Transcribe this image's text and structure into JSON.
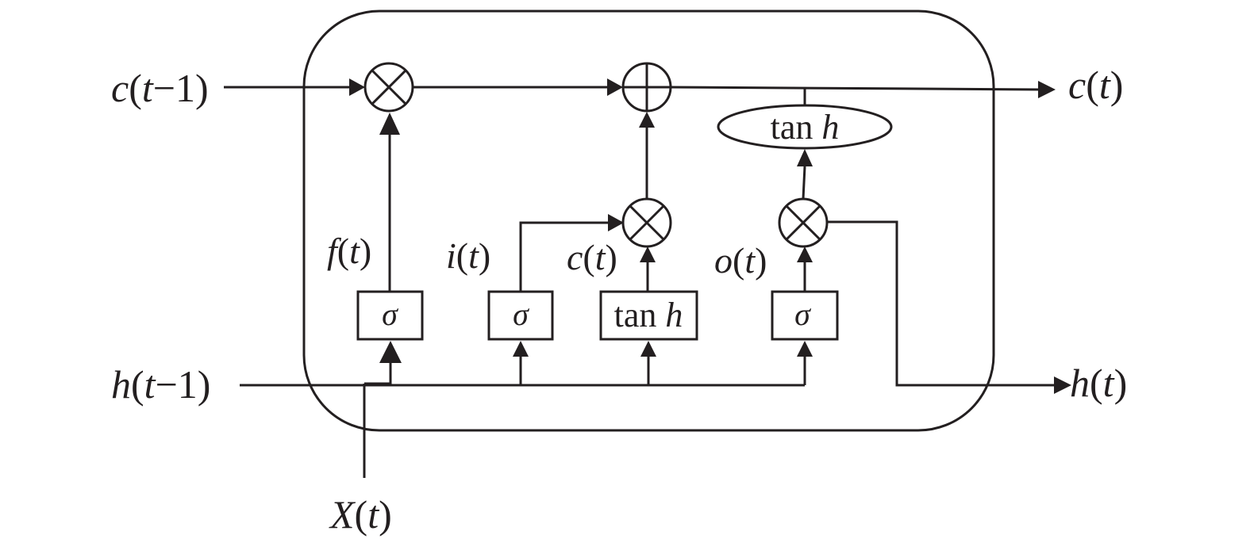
{
  "diagram": {
    "title": "LSTM cell",
    "colors": {
      "stroke": "#231f20",
      "background": "#ffffff"
    },
    "inputs": {
      "cell_prev": {
        "fn": "c",
        "arg": "t",
        "suffix": "−1"
      },
      "hidden_prev": {
        "fn": "h",
        "arg": "t",
        "suffix": "−1"
      },
      "x_input": {
        "fn": "X",
        "arg": "t",
        "suffix": ""
      }
    },
    "outputs": {
      "cell_out": {
        "fn": "c",
        "arg": "t",
        "suffix": ""
      },
      "hidden_out": {
        "fn": "h",
        "arg": "t",
        "suffix": ""
      }
    },
    "gate_labels": {
      "forget": {
        "fn": "f",
        "arg": "t"
      },
      "input": {
        "fn": "i",
        "arg": "t"
      },
      "candidate": {
        "fn": "c",
        "arg": "t"
      },
      "output": {
        "fn": "o",
        "arg": "t"
      }
    },
    "activation_boxes": {
      "forget": {
        "text": "σ"
      },
      "input": {
        "text": "σ"
      },
      "candidate": {
        "text_plain": "tan ",
        "text_italic": "h"
      },
      "output": {
        "text": "σ"
      }
    },
    "output_activation": {
      "text_plain": "tan ",
      "text_italic": "h"
    },
    "operators": {
      "forget_multiply": "multiply",
      "cell_add": "add",
      "input_multiply": "multiply",
      "output_multiply": "multiply"
    }
  }
}
